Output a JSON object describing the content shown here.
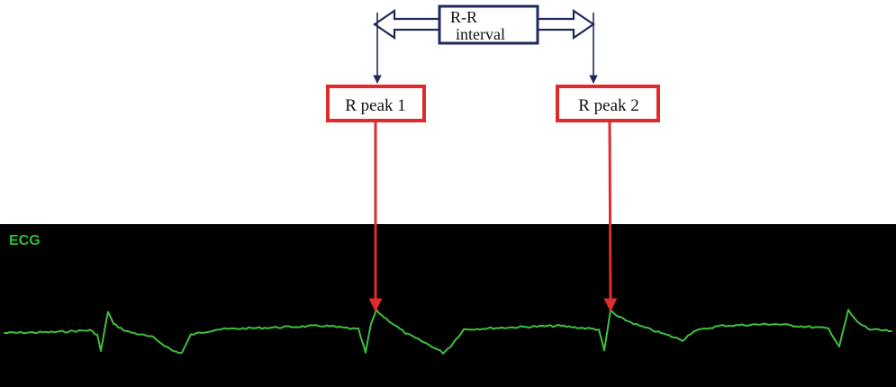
{
  "interval": {
    "line1": "R-R",
    "line2": "interval"
  },
  "peaks": [
    {
      "label": "R peak 1"
    },
    {
      "label": "R peak 2"
    }
  ],
  "ecg": {
    "label": "ECG"
  },
  "colors": {
    "interval_box": "#1f2a5c",
    "peak_box": "#e02b2b",
    "ecg_trace": "#3fbf3f",
    "ecg_label": "#2fbf2f",
    "monitor_bg": "#000000"
  }
}
